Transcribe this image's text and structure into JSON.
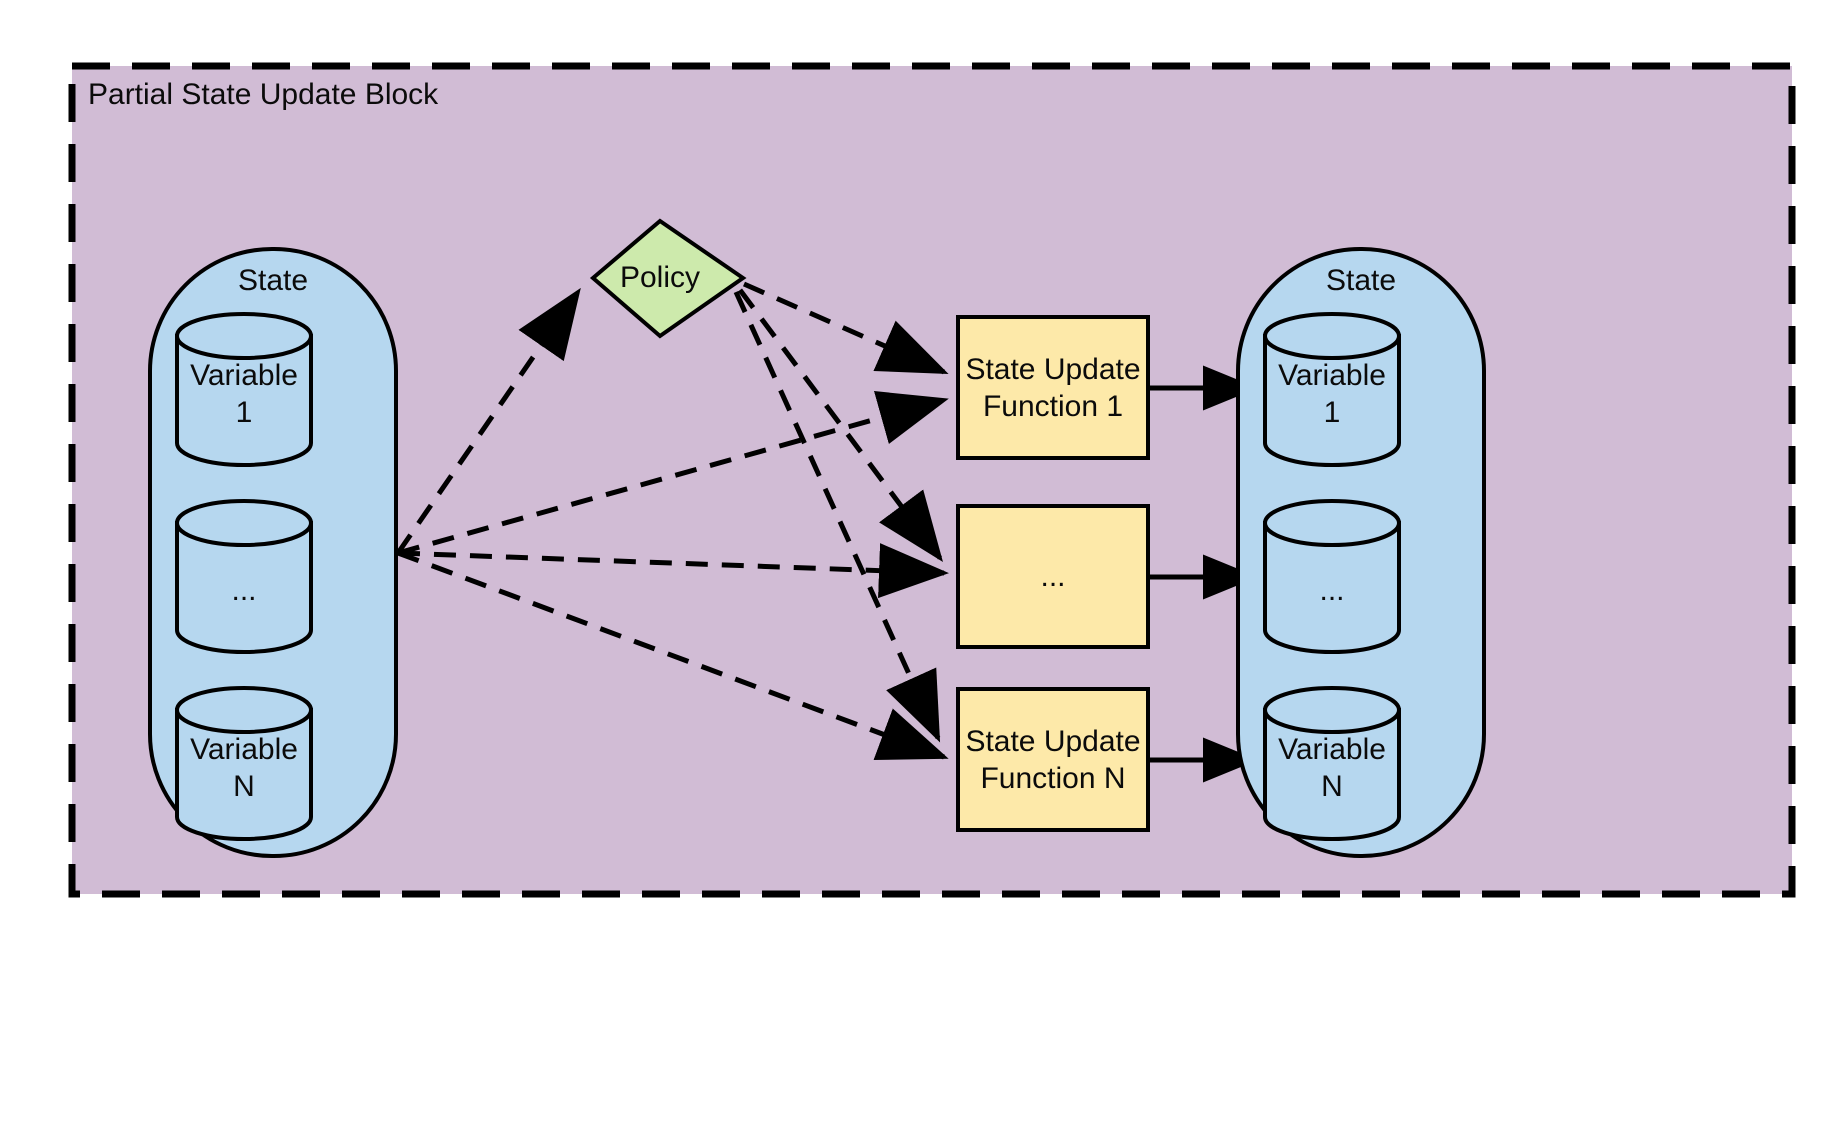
{
  "block": {
    "title": "Partial State Update Block",
    "fill": "#d1bcd5",
    "border_color": "#000000",
    "border_style": "dashed"
  },
  "state_in": {
    "title": "State",
    "fill": "#b6d7ef",
    "variables": [
      {
        "label_line1": "Variable",
        "label_line2": "1"
      },
      {
        "label_line1": "...",
        "label_line2": ""
      },
      {
        "label_line1": "Variable",
        "label_line2": "N"
      }
    ]
  },
  "state_out": {
    "title": "State",
    "fill": "#b6d7ef",
    "variables": [
      {
        "label_line1": "Variable",
        "label_line2": "1"
      },
      {
        "label_line1": "...",
        "label_line2": ""
      },
      {
        "label_line1": "Variable",
        "label_line2": "N"
      }
    ]
  },
  "policy": {
    "label": "Policy",
    "fill": "#cdeaac"
  },
  "functions": [
    {
      "label_line1": "State Update",
      "label_line2": "Function 1",
      "fill": "#fde9a9"
    },
    {
      "label_line1": "...",
      "label_line2": "",
      "fill": "#fde9a9"
    },
    {
      "label_line1": "State Update",
      "label_line2": "Function N",
      "fill": "#fde9a9"
    }
  ],
  "edges": {
    "state_to_policy": "dashed",
    "state_to_functions": "dashed",
    "policy_to_functions": "dashed",
    "functions_to_state": "solid"
  }
}
